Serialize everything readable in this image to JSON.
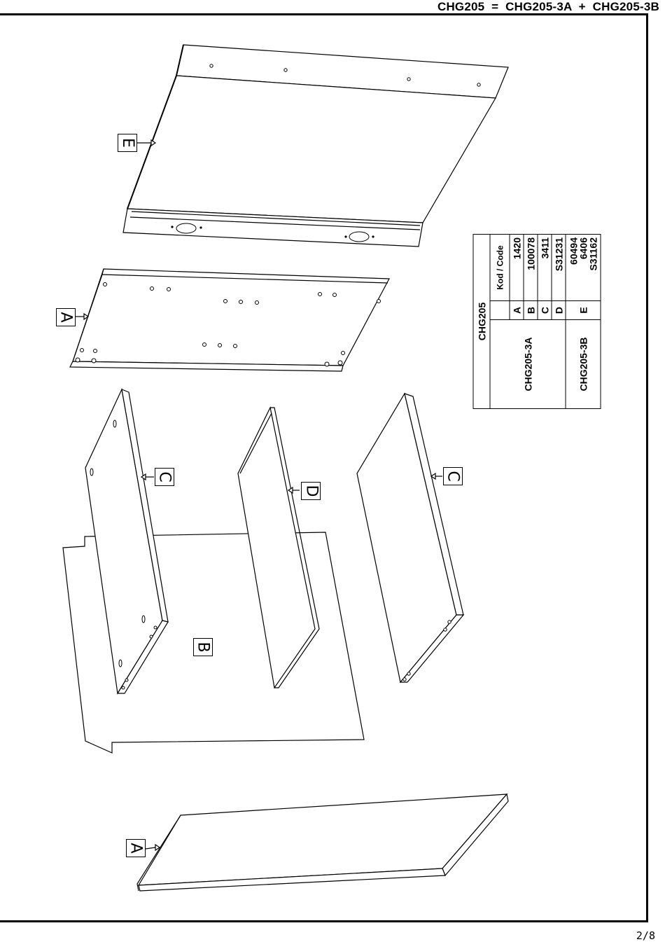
{
  "header": {
    "title": "CHG205  =  CHG205-3A  +  CHG205-3B"
  },
  "page": {
    "number": "2/8"
  },
  "labels": {
    "A": "A",
    "B": "B",
    "C": "C",
    "D": "D",
    "E": "E"
  },
  "parts_table": {
    "product": "CHG205",
    "code_header": "Kod / Code",
    "sets": [
      {
        "name": "CHG205-3A",
        "rows": [
          {
            "part": "A",
            "code": "1420"
          },
          {
            "part": "B",
            "code": "100078"
          },
          {
            "part": "C",
            "code": "3411"
          },
          {
            "part": "D",
            "code": "S31231"
          }
        ]
      },
      {
        "name": "CHG205-3B",
        "rows": [
          {
            "part": "E",
            "codes": [
              "60494",
              "6406",
              "S31162"
            ]
          }
        ]
      }
    ]
  }
}
